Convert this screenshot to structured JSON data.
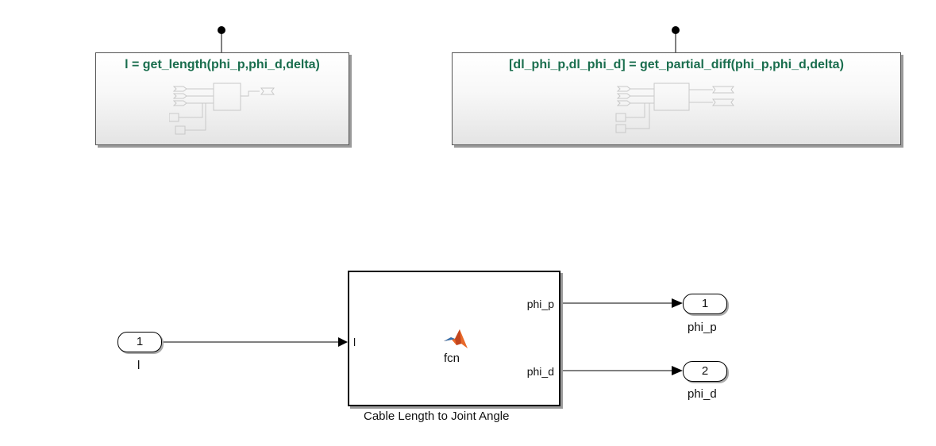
{
  "blocks": {
    "get_length": {
      "title": "l = get_length(phi_p,phi_d,delta)"
    },
    "get_partial_diff": {
      "title": "[dl_phi_p,dl_phi_d] = get_partial_diff(phi_p,phi_d,delta)"
    },
    "matlab_function": {
      "name": "fcn",
      "caption": "Cable Length to Joint Angle",
      "input_port": "l",
      "output_port_1": "phi_p",
      "output_port_2": "phi_d",
      "icon": "matlab-logo-icon"
    }
  },
  "inports": [
    {
      "number": "1",
      "name": "l"
    }
  ],
  "outports": [
    {
      "number": "1",
      "name": "phi_p"
    },
    {
      "number": "2",
      "name": "phi_d"
    }
  ],
  "colors": {
    "title_green": "#1a6e4e",
    "logo_orange": "#e8692a",
    "logo_blue": "#2f6fb0"
  }
}
